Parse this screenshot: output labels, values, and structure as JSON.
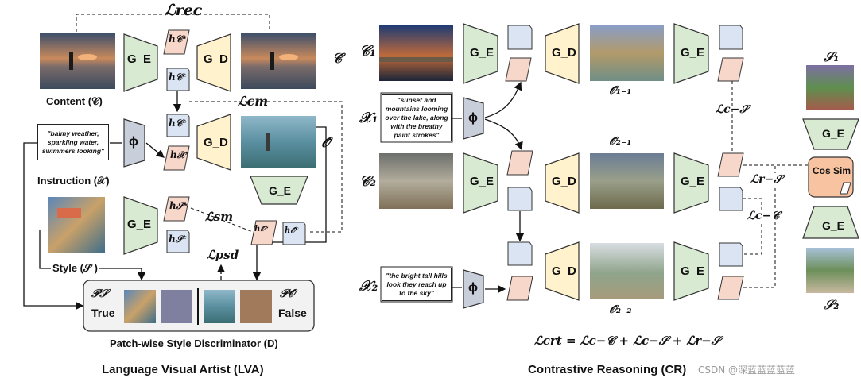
{
  "modules": {
    "encoder": "G_E",
    "decoder": "G_D",
    "text_encoder": "ϕ"
  },
  "lva": {
    "title": "Language Visual Artist (LVA)",
    "content_label": "Content (𝒞)",
    "instruction_label": "Instruction (𝒳)",
    "style_label": "Style (𝒮 )",
    "instruction_text": "\"balmy weather, sparkling water, swimmers looking\"",
    "output_symbol": "𝒪̂",
    "recon_symbol": "𝒞̂",
    "losses": {
      "rec": "ℒrec",
      "cm": "ℒcm",
      "sm": "ℒsm",
      "psd": "ℒpsd"
    },
    "discriminator": {
      "title": "Patch-wise Style Discriminator (D)",
      "left_symbol": "𝒫𝒮",
      "left_value": "True",
      "right_symbol": "𝒫𝒪̂",
      "right_value": "False"
    },
    "features": {
      "h_c_s": "h𝒞ˢ",
      "h_c_c": "h𝒞ᶜ",
      "h_x_s": "h𝒳ˢ",
      "h_s_s": "h𝒮ˢ",
      "h_s_c": "h𝒮ᶜ",
      "h_o_s": "h𝒪̂ˢ",
      "h_o_c": "h𝒪̂ᶜ"
    }
  },
  "cr": {
    "title": "Contrastive Reasoning (CR)",
    "c1": "𝒞₁",
    "c2": "𝒞₂",
    "x1": "𝒳₁",
    "x2": "𝒳₂",
    "x1_text": "\"sunset and mountains looming over the lake, along with the breathy paint strokes\"",
    "x2_text": "\"the bright tall hills look they reach up to the sky\"",
    "o11": "𝒪̂₁₋₁",
    "o21": "𝒪̂₂₋₁",
    "o22": "𝒪̂₂₋₂",
    "s1": "𝒮₁",
    "s2": "𝒮₂",
    "cos_sim": "Cos Sim",
    "losses": {
      "cs": "ℒc−𝒮",
      "cc": "ℒc−𝒞",
      "rs": "ℒr−𝒮"
    },
    "total_loss": "ℒcrt = ℒc−𝒞 + ℒc−𝒮 + ℒr−𝒮"
  },
  "watermark": "CSDN @深蓝蓝蓝蓝蓝",
  "colors": {
    "encoder": "#d9ead3",
    "decoder": "#fff2cc",
    "text_encoder": "#c9cedb",
    "content_feat": "#dbe4f3",
    "style_feat": "#f8d7cb",
    "cos_sim": "#f7c3a0"
  }
}
